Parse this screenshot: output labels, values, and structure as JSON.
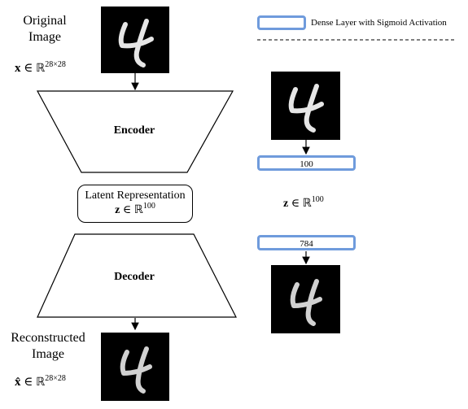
{
  "left": {
    "original_label_line1": "Original",
    "original_label_line2": "Image",
    "x_symbol": "x",
    "x_in": " ∈ ",
    "x_reals": "ℝ",
    "x_exp": "28×28",
    "encoder_label": "Encoder",
    "latent_label_line1": "Latent Representation",
    "z_symbol": "z",
    "z_in": " ∈ ",
    "z_reals": "ℝ",
    "z_exp": "100",
    "decoder_label": "Decoder",
    "reconstructed_label_line1": "Reconstructed",
    "reconstructed_label_line2": "Image",
    "xhat_symbol": "x̂",
    "xhat_in": " ∈ ",
    "xhat_reals": "ℝ",
    "xhat_exp": "28×28"
  },
  "right": {
    "legend_label": "Dense Layer with Sigmoid Activation",
    "dense1_units": "100",
    "z_symbol": "z",
    "z_in": " ∈ ",
    "z_reals": "ℝ",
    "z_exp": "100",
    "dense2_units": "784"
  },
  "colors": {
    "dense_border": "#6f9bdc",
    "digit_background": "#000000",
    "digit_stroke": "#e6e6e6"
  },
  "icons": [
    "digit-4-image"
  ]
}
